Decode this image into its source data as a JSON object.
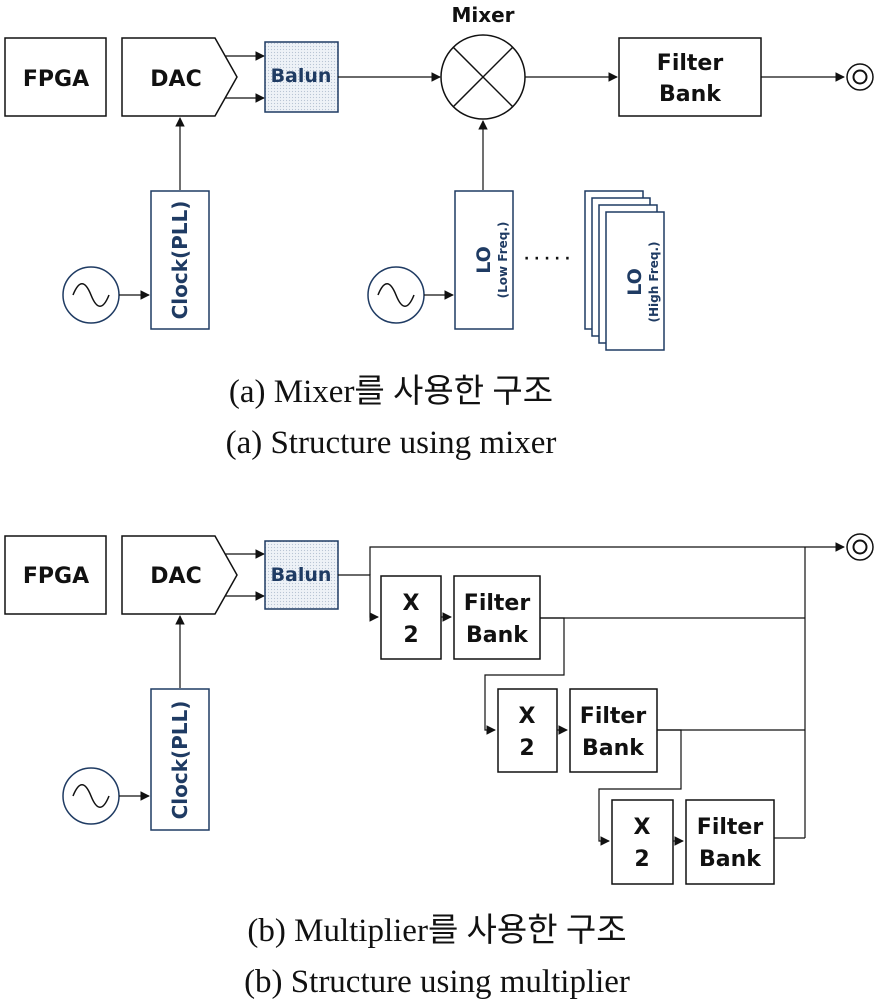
{
  "figure_a": {
    "fpga": "FPGA",
    "dac": "DAC",
    "balun": "Balun",
    "mixer_label": "Mixer",
    "filter_bank": [
      "Filter",
      "Bank"
    ],
    "clock": "Clock(PLL)",
    "lo_low": {
      "title": "LO",
      "sub": "(Low Freq.)"
    },
    "dots": "· · · · ·",
    "lo_high": {
      "title": "LO",
      "sub": "(High Freq.)"
    },
    "caption_ko": "(a)  Mixer를  사용한  구조",
    "caption_en": "(a)  Structure  using  mixer"
  },
  "figure_b": {
    "fpga": "FPGA",
    "dac": "DAC",
    "balun": "Balun",
    "clock": "Clock(PLL)",
    "stages": [
      {
        "mult": [
          "X",
          "2"
        ],
        "filter": [
          "Filter",
          "Bank"
        ]
      },
      {
        "mult": [
          "X",
          "2"
        ],
        "filter": [
          "Filter",
          "Bank"
        ]
      },
      {
        "mult": [
          "X",
          "2"
        ],
        "filter": [
          "Filter",
          "Bank"
        ]
      }
    ],
    "caption_ko": "(b)  Multiplier를  사용한  구조",
    "caption_en": "(b)  Structure  using  multiplier"
  },
  "colors": {
    "line": "#111111",
    "blue": "#1f3b63",
    "balun_fill": "#e6ecf3"
  }
}
